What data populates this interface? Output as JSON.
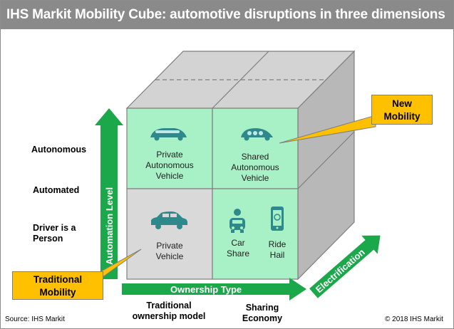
{
  "title": "IHS Markit Mobility Cube: automotive disruptions in three dimensions",
  "levels": {
    "autonomous": "Autonomous",
    "automated": "Automated",
    "driver_line1": "Driver is a",
    "driver_line2": "Person"
  },
  "axes": {
    "vertical": "Automation Level",
    "horizontal": "Ownership Type",
    "diagonal": "Electrification"
  },
  "cells": {
    "private_autonomous": [
      "Private",
      "Autonomous",
      "Vehicle"
    ],
    "shared_autonomous": [
      "Shared",
      "Autonomous",
      "Vehicle"
    ],
    "private_vehicle": [
      "Private",
      "Vehicle"
    ],
    "car_share": [
      "Car",
      "Share"
    ],
    "ride_hail": [
      "Ride",
      "Hail"
    ]
  },
  "callouts": {
    "new_mobility": [
      "New",
      "Mobility"
    ],
    "traditional_mobility": [
      "Traditional",
      "Mobility"
    ]
  },
  "bottom_labels": {
    "traditional": [
      "Traditional",
      "ownership  model"
    ],
    "sharing": [
      "Sharing",
      "Economy"
    ]
  },
  "footer": {
    "source": "Source: IHS  Markit",
    "copyright": "© 2018 IHS  Markit"
  },
  "colors": {
    "title_bg": "#8a8a8a",
    "green_cell": "#a8f0c6",
    "gray_cell": "#d9d9d9",
    "arrow_green": "#1aa84a",
    "callout": "#ffc000",
    "icon_teal": "#2e8a8a"
  },
  "icons": [
    "autonomous-car-icon",
    "shared-pod-icon",
    "car-icon",
    "car-share-icon",
    "ride-hail-phone-icon"
  ]
}
